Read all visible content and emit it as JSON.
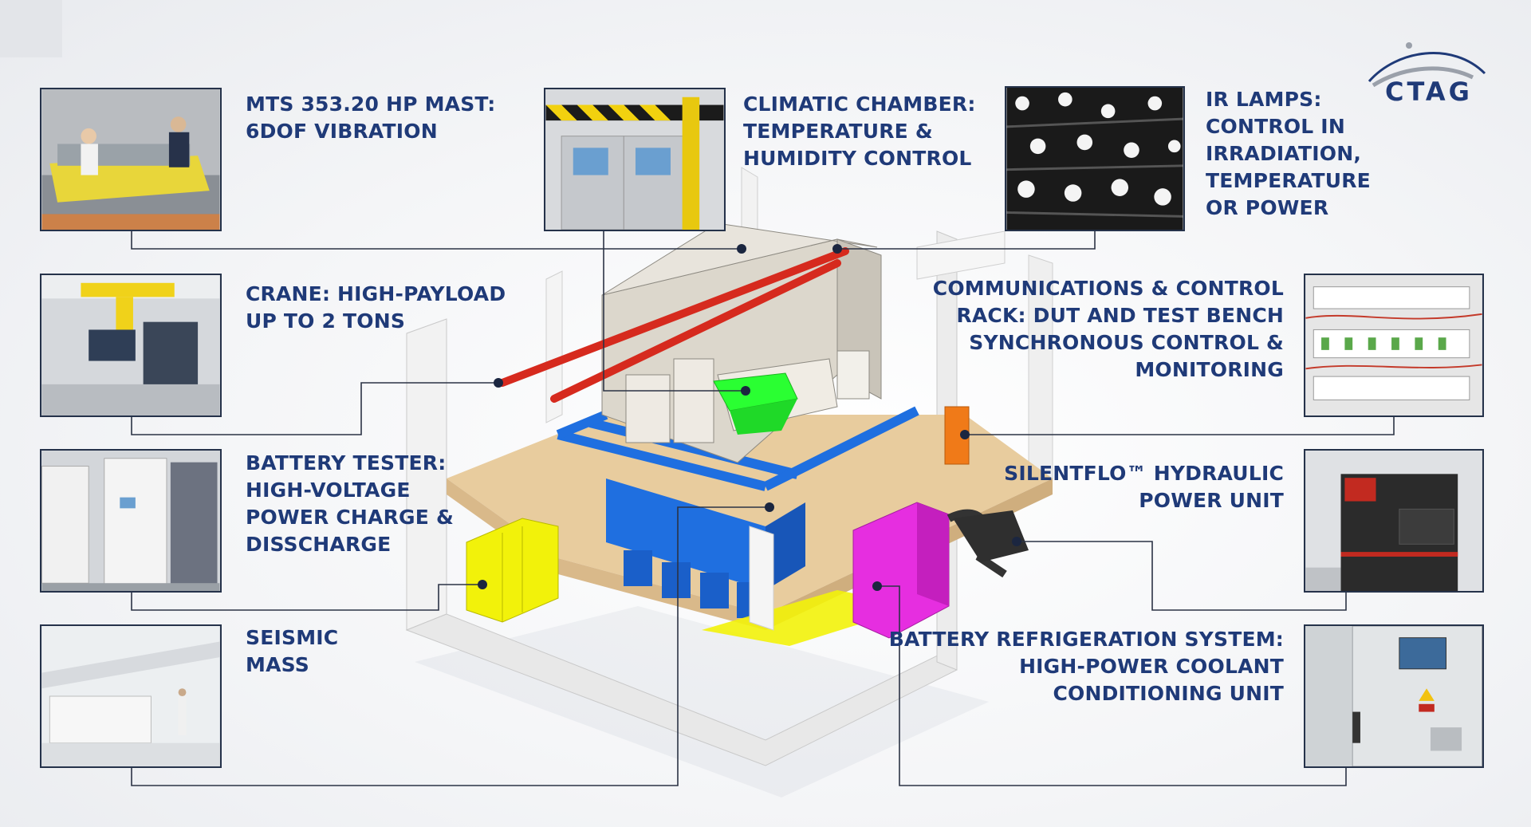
{
  "brand": {
    "logo_text": "CTAG",
    "color": "#1f3a78"
  },
  "callouts": {
    "mts": {
      "lines": [
        "MTS 353.20 HP MAST:",
        "6DOF VIBRATION"
      ]
    },
    "climatic": {
      "lines": [
        "CLIMATIC CHAMBER:",
        "TEMPERATURE &",
        "HUMIDITY CONTROL"
      ]
    },
    "ir": {
      "lines": [
        "IR LAMPS:",
        "CONTROL IN",
        "IRRADIATION,",
        "TEMPERATURE",
        "OR POWER"
      ]
    },
    "crane": {
      "lines": [
        "CRANE: HIGH-PAYLOAD",
        "UP TO 2 TONS"
      ]
    },
    "comms": {
      "lines": [
        "COMMUNICATIONS & CONTROL",
        "RACK: DUT AND TEST BENCH",
        "SYNCHRONOUS CONTROL &",
        "MONITORING"
      ]
    },
    "battery_tester": {
      "lines": [
        "BATTERY TESTER:",
        "HIGH-VOLTAGE",
        "POWER CHARGE &",
        "DISSCHARGE"
      ]
    },
    "silentflo": {
      "lines": [
        "SILENTFLO™ HYDRAULIC",
        "POWER UNIT"
      ]
    },
    "seismic": {
      "lines": [
        "SEISMIC",
        "MASS"
      ]
    },
    "refrigeration": {
      "lines": [
        "BATTERY REFRIGERATION SYSTEM:",
        "HIGH-POWER COOLANT",
        "CONDITIONING UNIT"
      ]
    }
  },
  "colors": {
    "label": "#1f3a78",
    "leader": "#2b3345",
    "crane_rail": "#d62a1e",
    "test_fixture": "#2aff32",
    "seismic_mass": "#1f6fe0",
    "battery_tester": "#f2f20a",
    "hydraulic_unit": "#e62ee0",
    "control_rack": "#f07a18",
    "floor": "#e8cc9e"
  },
  "photo_icons": {
    "mts": "vibration-rig-photo",
    "climatic": "climatic-chamber-photo",
    "ir": "ir-lamp-array-photo",
    "crane": "overhead-crane-photo",
    "comms": "control-rack-photo",
    "battery_tester": "battery-tester-cabinet-photo",
    "silentflo": "hydraulic-power-unit-photo",
    "seismic": "seismic-mass-hall-photo",
    "refrigeration": "refrigeration-unit-photo"
  }
}
